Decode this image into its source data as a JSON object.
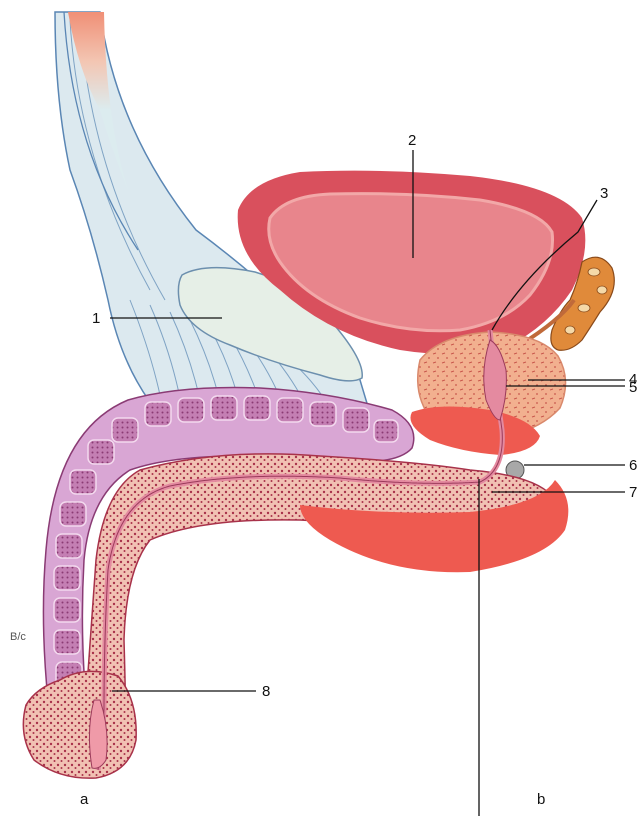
{
  "labels": {
    "l1": "1",
    "l2": "2",
    "l3": "3",
    "l4": "4",
    "l5": "5",
    "l6": "6",
    "l7": "7",
    "l8": "8",
    "la": "a",
    "lb": "b"
  },
  "signature": "B/c",
  "colors": {
    "fascia_fill": "#dce9ef",
    "fascia_stroke": "#5a86b4",
    "bone_fill": "#e6efe7",
    "bladder_outer": "#d9505d",
    "bladder_inner": "#e8858c",
    "prostate": "#f2b08f",
    "seminal_vesicle": "#e08a3a",
    "corpus_cavernosum": "#d9a6d4",
    "cavernosum_block": "#b77aaa",
    "corpus_spongiosum": "#f4c7bb",
    "urethra": "#e48aa0",
    "muscle_red": "#ee5a50"
  }
}
